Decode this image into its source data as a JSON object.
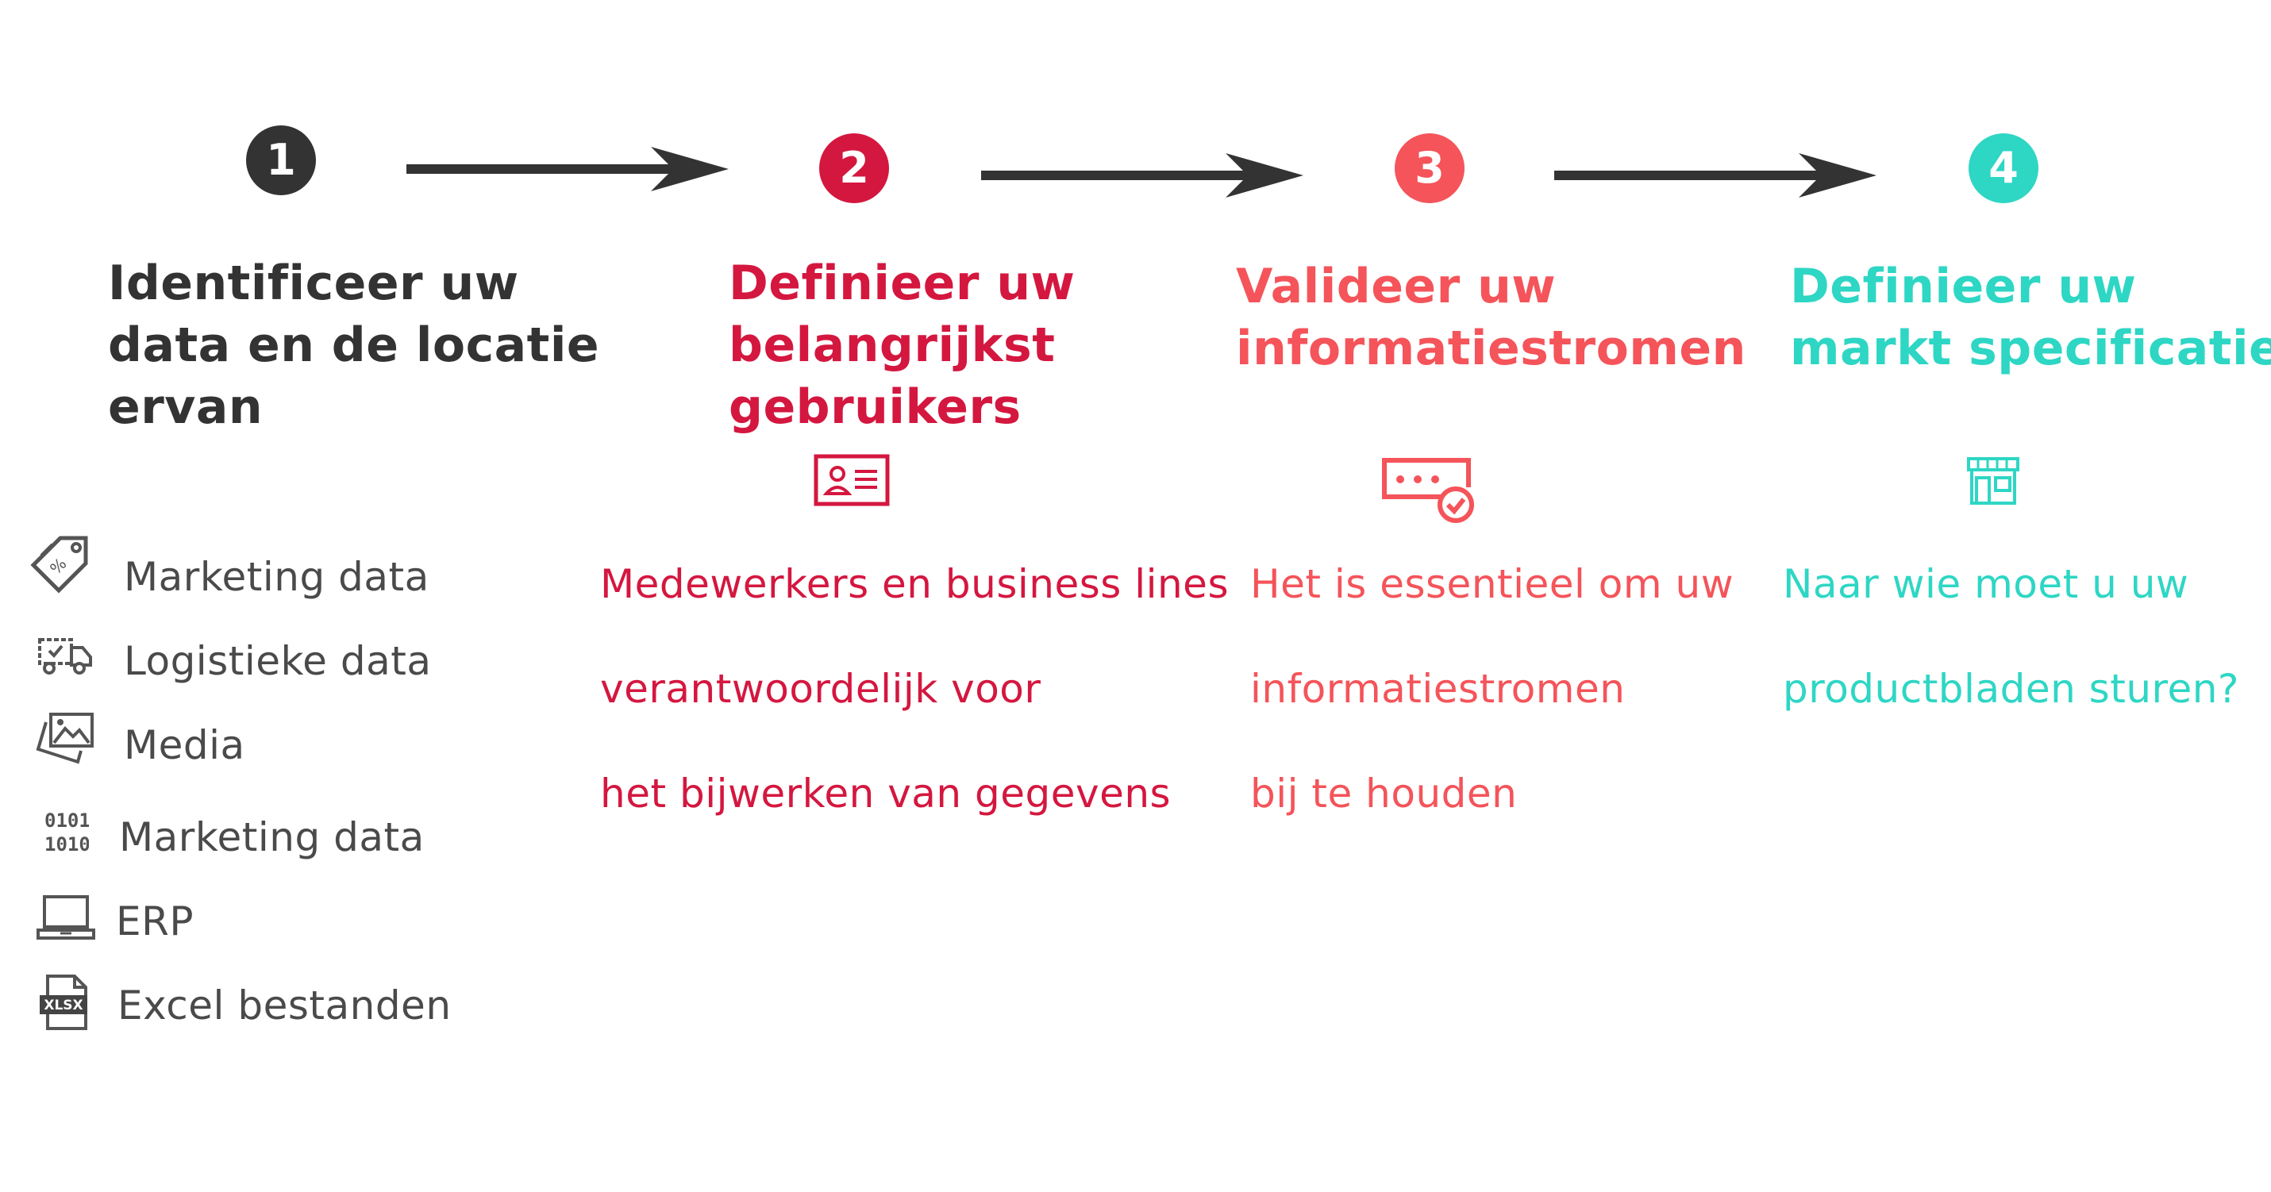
{
  "colors": {
    "step1": "#333333",
    "step2": "#d4173f",
    "step3": "#f4545a",
    "step4": "#2ed6c4",
    "arrow": "#333333",
    "source_text": "#4a4a4a"
  },
  "steps": [
    {
      "number": "1",
      "title_lines": [
        "Identificeer uw",
        "data en de locatie",
        "ervan"
      ]
    },
    {
      "number": "2",
      "title_lines": [
        "Definieer uw",
        "belangrijkst",
        "gebruikers"
      ],
      "icon": "id-card-icon",
      "desc_lines": [
        "Medewerkers en business lines",
        "verantwoordelijk voor",
        "het bijwerken van gegevens"
      ]
    },
    {
      "number": "3",
      "title_lines": [
        "Valideer uw",
        "informatiestromen"
      ],
      "icon": "password-check-icon",
      "desc_lines": [
        "Het is essentieel om uw",
        "informatiestromen",
        "bij te houden"
      ]
    },
    {
      "number": "4",
      "title_lines": [
        "Definieer uw",
        "markt specificaties"
      ],
      "icon": "store-icon",
      "desc_lines": [
        "Naar wie moet u uw",
        "productbladen sturen?"
      ]
    }
  ],
  "sources": [
    {
      "label": "Marketing data",
      "icon": "price-tag-icon"
    },
    {
      "label": "Logistieke data",
      "icon": "delivery-truck-icon"
    },
    {
      "label": "Media",
      "icon": "image-gallery-icon"
    },
    {
      "label": "Marketing data",
      "icon": "binary-data-icon"
    },
    {
      "label": "ERP",
      "icon": "laptop-icon"
    },
    {
      "label": "Excel bestanden",
      "icon": "xlsx-file-icon"
    }
  ]
}
